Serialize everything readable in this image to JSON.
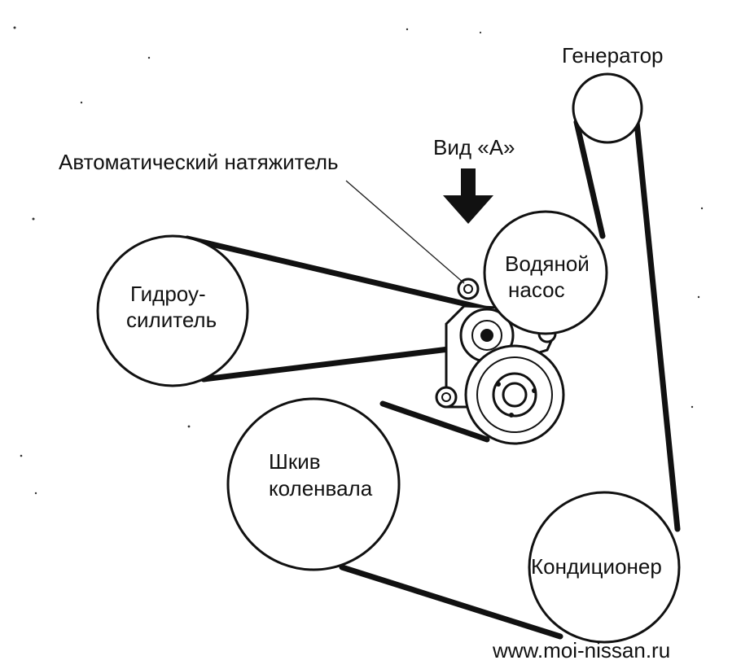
{
  "labels": {
    "generator": "Генератор",
    "view": "Вид «А»",
    "tensioner": "Автоматический натяжитель",
    "water_pump_line1": "Водяной",
    "water_pump_line2": "насос",
    "power_steering_line1": "Гидроу-",
    "power_steering_line2": "силитель",
    "crankshaft_line1": "Шкив",
    "crankshaft_line2": "коленвала",
    "ac": "Кондиционер",
    "watermark": "www.moi-nissan.ru"
  }
}
